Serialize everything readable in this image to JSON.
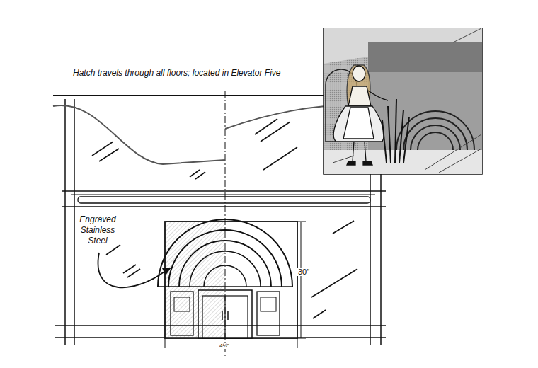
{
  "diagram": {
    "labels": [
      "Hatch travels through all floors; located in Elevator Five",
      "Engraved Stainless Steel",
      "30\"",
      "4½\""
    ]
  }
}
